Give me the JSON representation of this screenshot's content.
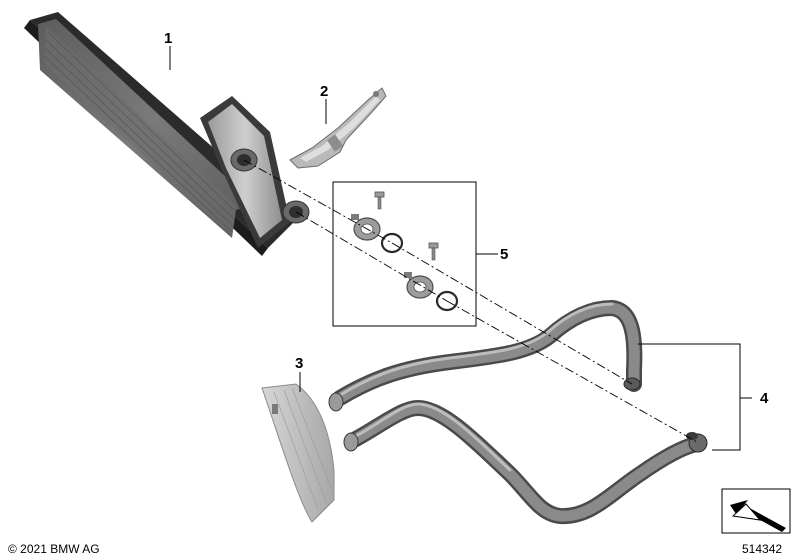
{
  "callouts": {
    "heater_core": "1",
    "bracket": "2",
    "cover": "3",
    "hoses": "4",
    "seal_kit": "5"
  },
  "copyright": "© 2021 BMW AG",
  "diagram_number": "514342",
  "colors": {
    "part_fill": "#8c8c8c",
    "part_dark": "#555555",
    "part_light": "#d4d4d4",
    "frame": "#2b2b2b",
    "line": "#000000"
  },
  "icons": {
    "nav": "arrow-corner-icon"
  }
}
